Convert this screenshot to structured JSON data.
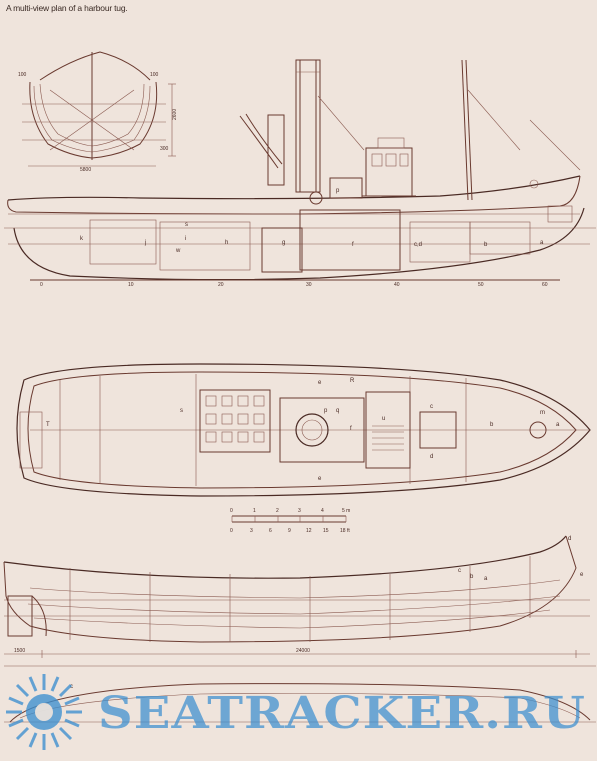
{
  "caption": "A multi-view plan of a harbour tug.",
  "body_plan": {
    "dim_top_left": "100",
    "dim_top_right": "100",
    "dim_height": "2600",
    "dim_small": "300",
    "dim_width": "5800"
  },
  "profile": {
    "station_ticks": [
      "0",
      "10",
      "20",
      "30",
      "40",
      "50",
      "60"
    ],
    "compartments": [
      {
        "label": "k"
      },
      {
        "label": "j"
      },
      {
        "label": "i"
      },
      {
        "label": "h"
      },
      {
        "label": "g"
      },
      {
        "label": "f"
      },
      {
        "label": "c,d"
      },
      {
        "label": "b"
      },
      {
        "label": "a"
      },
      {
        "label": "p"
      },
      {
        "label": "s"
      },
      {
        "label": "w"
      }
    ]
  },
  "deck_plan": {
    "labels": [
      {
        "label": "e"
      },
      {
        "label": "e"
      },
      {
        "label": "p"
      },
      {
        "label": "q"
      },
      {
        "label": "u"
      },
      {
        "label": "c"
      },
      {
        "label": "d"
      },
      {
        "label": "b"
      },
      {
        "label": "m"
      },
      {
        "label": "a"
      },
      {
        "label": "R"
      },
      {
        "label": "T"
      },
      {
        "label": "s"
      },
      {
        "label": "f"
      }
    ]
  },
  "scale_bar": {
    "metric_ticks": [
      "0",
      "1",
      "2",
      "3",
      "4",
      "5 m"
    ],
    "imperial_ticks": [
      "0",
      "3",
      "6",
      "9",
      "12",
      "15",
      "18 ft"
    ]
  },
  "lines_plan": {
    "dim_left": "1500",
    "dim_main": "24000",
    "labels": [
      {
        "label": "d"
      },
      {
        "label": "c"
      },
      {
        "label": "b"
      },
      {
        "label": "a"
      },
      {
        "label": "e"
      },
      {
        "label": "c"
      }
    ]
  },
  "watermark": {
    "text": "SEATRACKER.RU",
    "color": "#3c8fd0"
  }
}
